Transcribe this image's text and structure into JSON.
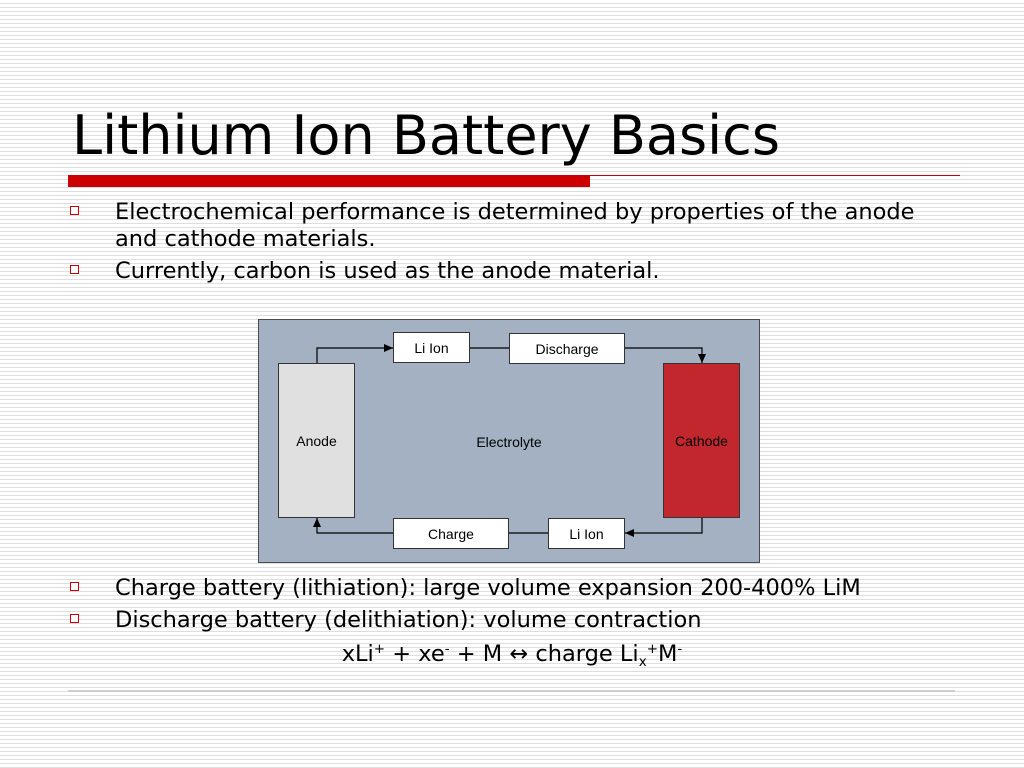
{
  "slide": {
    "title": "Lithium Ion Battery Basics"
  },
  "bullets_top": [
    {
      "text": "Electrochemical performance is determined by properties of the anode and cathode materials."
    },
    {
      "text": "Currently, carbon is used as the anode material."
    }
  ],
  "diagram": {
    "li_ion_top": "Li Ion",
    "discharge": "Discharge",
    "anode": "Anode",
    "electrolyte": "Electrolyte",
    "cathode": "Cathode",
    "charge": "Charge",
    "li_ion_bottom": "Li Ion"
  },
  "bullets_bottom": [
    {
      "text": "Charge battery (lithiation): large volume expansion 200-400% LiM"
    },
    {
      "text": "Discharge battery (delithiation): volume contraction"
    }
  ],
  "equation": {
    "part1": "xLi",
    "sup1": "+",
    "part2": " + xe",
    "sup2": "-",
    "part3": " + M ↔ charge Li",
    "sub1": "x",
    "sup3": "+",
    "part4": "M",
    "sup4": "-"
  },
  "icons": {
    "bullet": "hollow-square-bullet-icon",
    "connector_arrow": "arrow-icon"
  },
  "colors": {
    "accent": "#cc0000",
    "diagram_background": "#a3b1c3",
    "anode_fill": "#e0e0e0",
    "cathode_fill": "#c1272d"
  }
}
